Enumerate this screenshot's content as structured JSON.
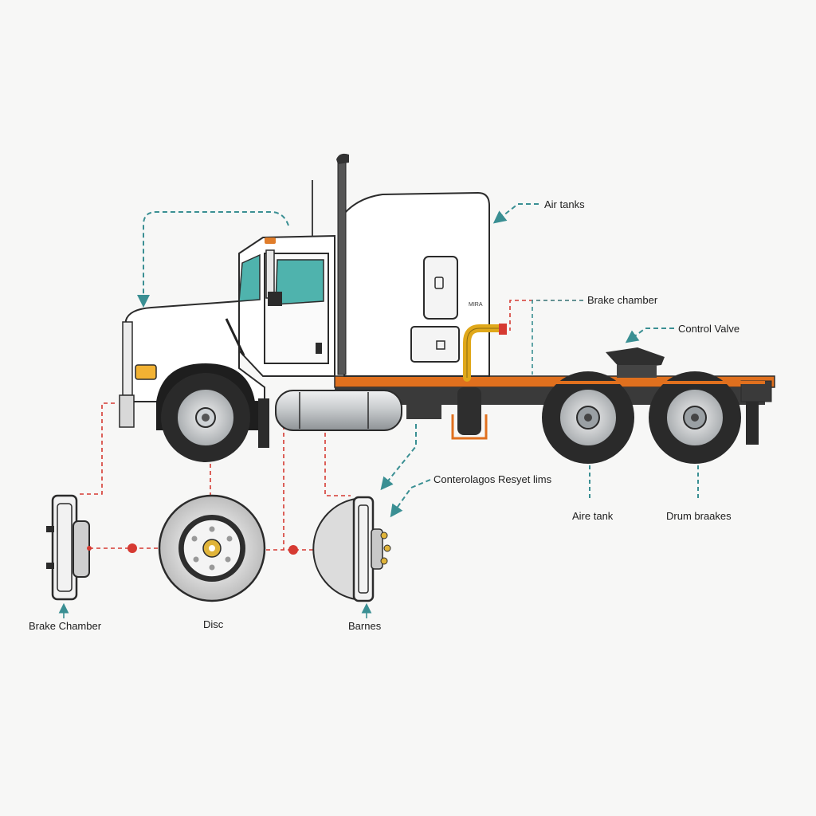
{
  "labels": {
    "air_tanks": "Air tanks",
    "brake_chamber_top": "Brake chamber",
    "control_valve": "Control Valve",
    "center_text": "Conterolagos Resyet lims",
    "aire_tank": "Aire tank",
    "drum_brakes": "Drum braakes",
    "brake_chamber_bottom": "Brake Chamber",
    "disc": "Disc",
    "barnes": "Barnes",
    "cab_badge": "MIRA"
  },
  "colors": {
    "background": "#f7f7f6",
    "truck_body": "#ffffff",
    "outline": "#2b2b2b",
    "window_tint": "#4fb3ad",
    "frame_rail": "#e0701e",
    "air_pipe": "#e0a81a",
    "red_leader": "#d63a32",
    "teal_leader": "#3a8f93",
    "tire": "#2a2a2a",
    "rim": "#cfd3d6"
  }
}
